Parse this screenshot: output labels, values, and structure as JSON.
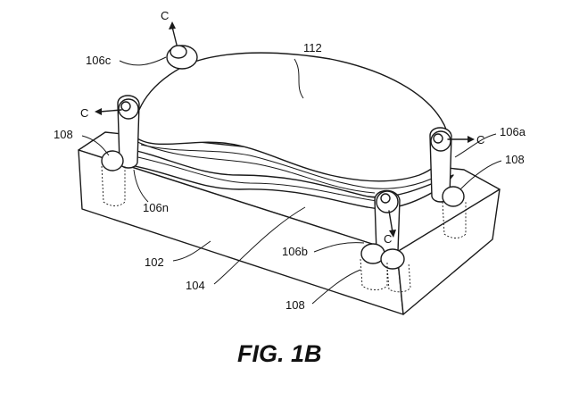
{
  "labels": {
    "c_top": "C",
    "c_left": "C",
    "c_right": "C",
    "c_bottom": "C",
    "ref_106c": "106c",
    "ref_112": "112",
    "ref_106a": "106a",
    "ref_108_left": "108",
    "ref_108_right": "108",
    "ref_108_bottom": "108",
    "ref_106n": "106n",
    "ref_106b": "106b",
    "ref_102": "102",
    "ref_104": "104"
  },
  "caption": "FIG. 1B",
  "colors": {
    "line": "#1a1a1a",
    "background": "#ffffff"
  }
}
